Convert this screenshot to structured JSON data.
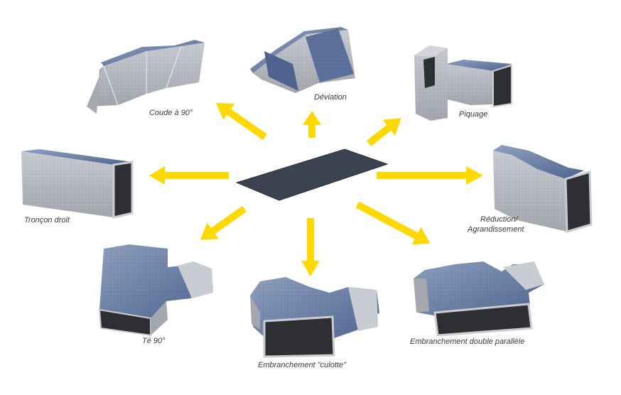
{
  "center": {
    "name": "flat-panel"
  },
  "colors": {
    "arrow": "#FFD800",
    "duct_face": "#5a6f95",
    "duct_face_light": "#8fa0bf",
    "duct_side": "#b9bcc3",
    "duct_side_dark": "#9a9da5",
    "duct_edge": "#e6e7ea",
    "duct_inside": "#2e2f33",
    "panel": "#3c4352",
    "label_text": "#3a3a3a"
  },
  "labels": {
    "coude": "Coude à 90°",
    "deviation": "Déviation",
    "piquage": "Piquage",
    "troncon": "Tronçon droit",
    "reduction_1": "Réduction/",
    "reduction_2": "Agrandissement",
    "te": "Té 90°",
    "culotte": "Embranchement \"culotte\"",
    "double": "Embranchement double parallèle"
  }
}
